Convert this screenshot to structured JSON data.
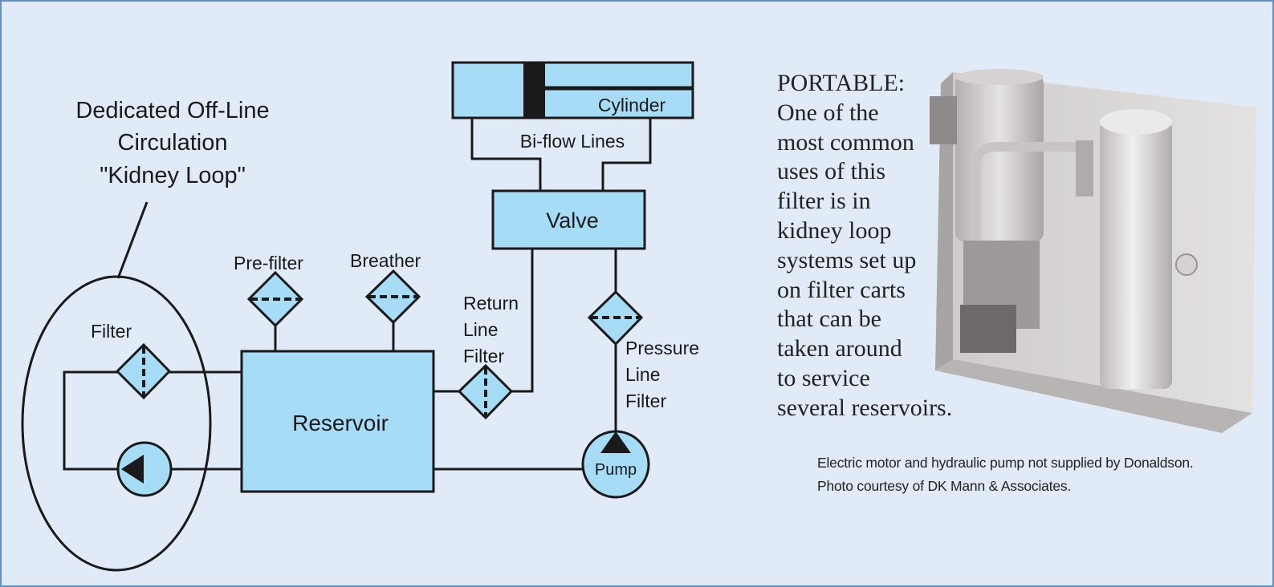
{
  "diagram": {
    "kidney_loop_label": [
      "Dedicated Off-Line",
      "Circulation",
      "\"Kidney Loop\""
    ],
    "filter_label": "Filter",
    "reservoir_label": "Reservoir",
    "prefilter_label": "Pre-filter",
    "breather_label": "Breather",
    "return_line_filter_label": [
      "Return",
      "Line",
      "Filter"
    ],
    "pressure_line_filter_label": [
      "Pressure",
      "Line",
      "Filter"
    ],
    "pump_label": "Pump",
    "valve_label": "Valve",
    "bi_flow_lines_label": "Bi-flow Lines",
    "cylinder_label": "Cylinder"
  },
  "caption": {
    "lines": [
      "PORTABLE:",
      "One of the",
      "most common",
      "uses of this",
      "filter is in",
      "kidney loop",
      "systems set up",
      "on filter carts",
      "that can be",
      "taken around",
      "to service",
      "several reservoirs."
    ]
  },
  "credit": {
    "lines": [
      "Electric motor and hydraulic pump not supplied by Donaldson.",
      "Photo courtesy of DK Mann & Associates."
    ]
  },
  "colors": {
    "background": "#e1ebf7",
    "border": "#5f93c5",
    "component_fill": "#a6dcf5",
    "line": "#1a1a1a"
  },
  "photo": {
    "subject": "portable filter cart with electric motor, hydraulic pump and filter housing"
  }
}
